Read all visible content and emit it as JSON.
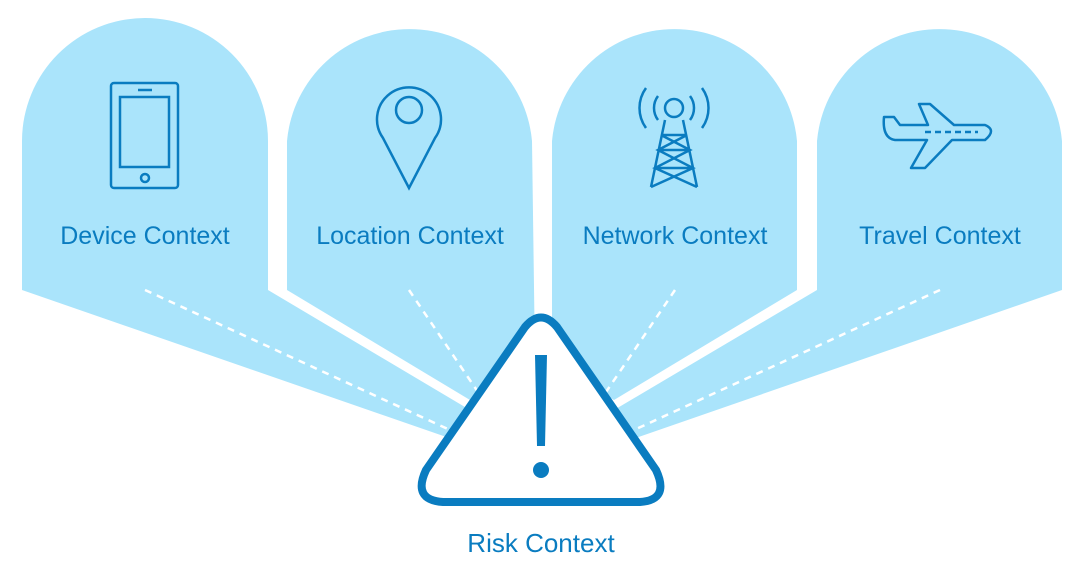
{
  "colors": {
    "panel": "#aae4fb",
    "accent": "#0a7cc0"
  },
  "contexts": [
    {
      "label": "Device Context",
      "icon": "tablet-icon"
    },
    {
      "label": "Location Context",
      "icon": "map-pin-icon"
    },
    {
      "label": "Network Context",
      "icon": "cell-tower-icon"
    },
    {
      "label": "Travel Context",
      "icon": "airplane-icon"
    }
  ],
  "risk": {
    "label": "Risk Context",
    "icon": "warning-triangle-icon"
  }
}
